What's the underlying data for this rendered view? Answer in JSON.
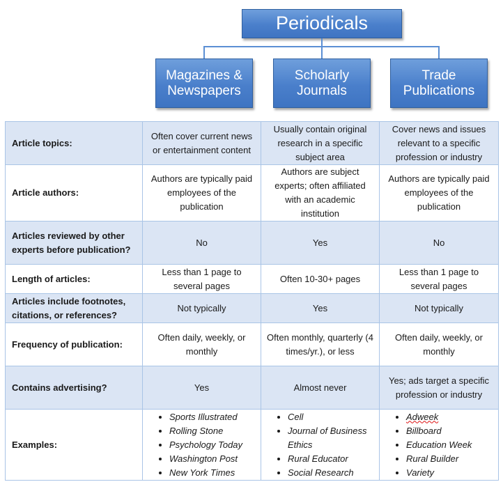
{
  "hierarchy": {
    "root": "Periodicals",
    "children": [
      "Magazines & Newspapers",
      "Scholarly Journals",
      "Trade Publications"
    ]
  },
  "rows": [
    {
      "label": "Article topics:",
      "cells": [
        "Often cover current news or entertainment content",
        "Usually contain original research in a specific subject area",
        "Cover news and issues relevant to a specific profession or industry"
      ]
    },
    {
      "label": "Article authors:",
      "cells": [
        "Authors are typically paid employees of the publication",
        "Authors are subject experts; often affiliated with an academic institution",
        "Authors are typically paid employees of the publication"
      ]
    },
    {
      "label": "Articles reviewed by other experts before publication?",
      "cells": [
        "No",
        "Yes",
        "No"
      ]
    },
    {
      "label": "Length of articles:",
      "cells": [
        "Less than 1 page to several pages",
        "Often 10-30+ pages",
        "Less than 1 page to several pages"
      ]
    },
    {
      "label": "Articles include footnotes, citations, or references?",
      "cells": [
        "Not typically",
        "Yes",
        "Not typically"
      ]
    },
    {
      "label": "Frequency of publication:",
      "cells": [
        "Often daily, weekly, or monthly",
        "Often monthly, quarterly (4 times/yr.), or less",
        "Often daily, weekly, or monthly"
      ]
    },
    {
      "label": "Contains advertising?",
      "cells": [
        "Yes",
        "Almost never",
        "Yes; ads target a specific profession or industry"
      ]
    }
  ],
  "examples": {
    "label": "Examples:",
    "magazines": [
      "Sports Illustrated",
      "Rolling Stone",
      "Psychology Today",
      "Washington Post",
      "New York Times"
    ],
    "scholarly": [
      "Cell",
      "Journal of Business Ethics",
      "Rural Educator",
      "Social Research"
    ],
    "trade": [
      "Adweek",
      "Billboard",
      "Education Week",
      "Rural Builder",
      "Variety"
    ]
  }
}
